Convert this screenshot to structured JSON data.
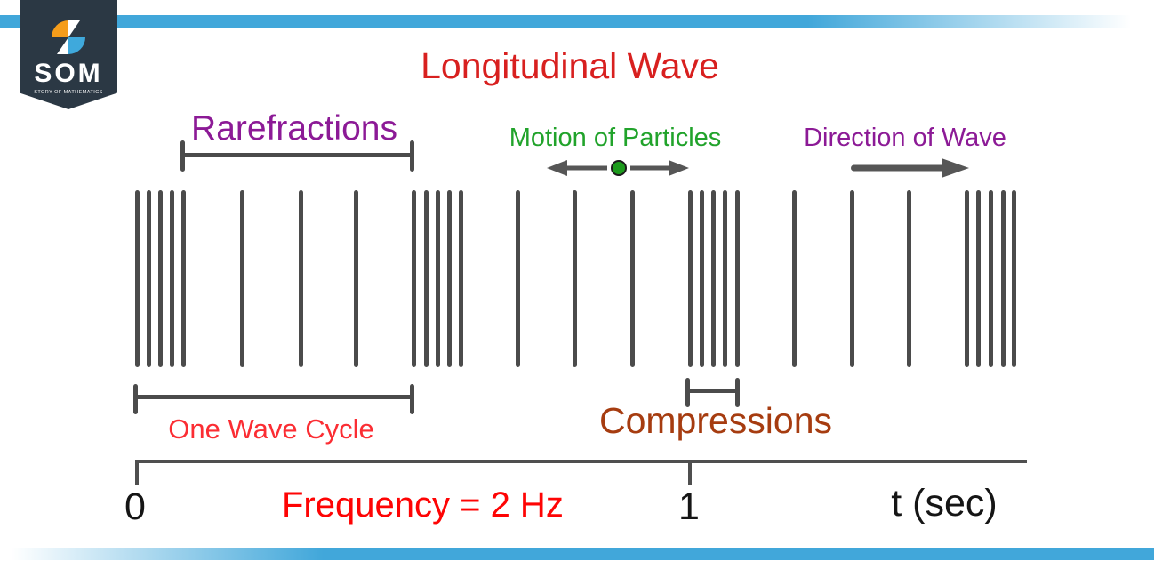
{
  "branding": {
    "logo_text": "SOM",
    "logo_subtext": "STORY OF MATHEMATICS",
    "colors": {
      "stripe_blue": "#41a7da",
      "badge_navy": "#2b3844",
      "logo_orange": "#f59d1b",
      "logo_blue": "#3fa9dc"
    }
  },
  "diagram": {
    "title": "Longitudinal Wave",
    "annotations": {
      "rarefractions": "Rarefractions",
      "motion_of_particles": "Motion of Particles",
      "direction_of_wave": "Direction of Wave",
      "one_wave_cycle": "One Wave Cycle",
      "compressions": "Compressions",
      "frequency": "Frequency = 2 Hz"
    },
    "axis": {
      "tick_labels": [
        "0",
        "1"
      ],
      "axis_label": "t (sec)"
    },
    "colors": {
      "title": "#d8201f",
      "rarefractions": "#8c1a96",
      "motion_of_particles": "#21a32b",
      "direction_of_wave": "#8c1a96",
      "one_wave_cycle": "#fb2d33",
      "compressions": "#a63c10",
      "frequency": "#fe0404",
      "wave_line": "#4b4b4b",
      "particle_dot_green": "#1d9b1d"
    },
    "wave": {
      "frequency_hz": 2,
      "line_xs": [
        152,
        165,
        178,
        191,
        204,
        270,
        336,
        398,
        463,
        477,
        490,
        503,
        516,
        580,
        644,
        709,
        774,
        787,
        800,
        813,
        827,
        891,
        956,
        1020,
        1085,
        1098,
        1112,
        1126,
        1138
      ]
    }
  }
}
